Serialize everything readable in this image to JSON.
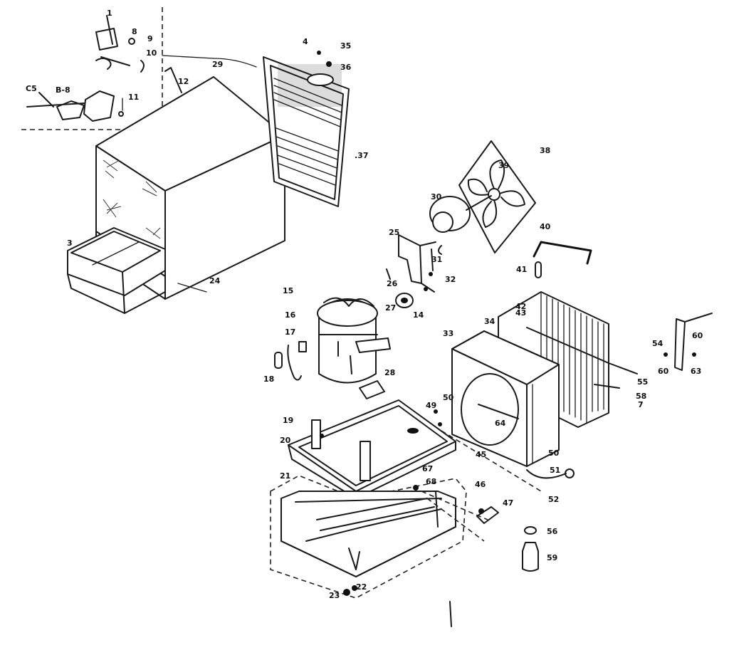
{
  "diagram": {
    "callouts": [
      {
        "id": "c-1",
        "text": "1"
      },
      {
        "id": "c-8",
        "text": "8"
      },
      {
        "id": "c-9",
        "text": "9"
      },
      {
        "id": "c-10",
        "text": "10"
      },
      {
        "id": "c-c5",
        "text": "C5"
      },
      {
        "id": "c-b8",
        "text": "B-8"
      },
      {
        "id": "c-11",
        "text": "11"
      },
      {
        "id": "c-12",
        "text": "12"
      },
      {
        "id": "c-4",
        "text": "4"
      },
      {
        "id": "c-35",
        "text": "35"
      },
      {
        "id": "c-36",
        "text": "36"
      },
      {
        "id": "c-29",
        "text": "29"
      },
      {
        "id": "c-37",
        "text": ".37"
      },
      {
        "id": "c-3",
        "text": "3"
      },
      {
        "id": "c-24",
        "text": "24"
      },
      {
        "id": "c-38",
        "text": "38"
      },
      {
        "id": "c-39",
        "text": "39"
      },
      {
        "id": "c-30",
        "text": "30"
      },
      {
        "id": "c-40",
        "text": "40"
      },
      {
        "id": "c-25",
        "text": "25"
      },
      {
        "id": "c-31",
        "text": "31"
      },
      {
        "id": "c-41",
        "text": "41"
      },
      {
        "id": "c-32",
        "text": "32"
      },
      {
        "id": "c-26",
        "text": "26"
      },
      {
        "id": "c-15",
        "text": "15"
      },
      {
        "id": "c-27",
        "text": "27"
      },
      {
        "id": "c-14",
        "text": "14"
      },
      {
        "id": "c-16",
        "text": "16"
      },
      {
        "id": "c-17",
        "text": "17"
      },
      {
        "id": "c-18",
        "text": "18"
      },
      {
        "id": "c-42",
        "text": "42"
      },
      {
        "id": "c-43",
        "text": "43"
      },
      {
        "id": "c-34",
        "text": "34"
      },
      {
        "id": "c-33",
        "text": "33"
      },
      {
        "id": "c-54",
        "text": "54"
      },
      {
        "id": "c-60a",
        "text": "60"
      },
      {
        "id": "c-60b",
        "text": "60"
      },
      {
        "id": "c-63",
        "text": "63"
      },
      {
        "id": "c-55",
        "text": "55"
      },
      {
        "id": "c-58",
        "text": "58"
      },
      {
        "id": "c-7",
        "text": "7"
      },
      {
        "id": "c-28",
        "text": "28"
      },
      {
        "id": "c-19",
        "text": "19"
      },
      {
        "id": "c-20",
        "text": "20"
      },
      {
        "id": "c-50a",
        "text": "50"
      },
      {
        "id": "c-49",
        "text": "49"
      },
      {
        "id": "c-64",
        "text": "64"
      },
      {
        "id": "c-45",
        "text": "45"
      },
      {
        "id": "c-50b",
        "text": "50"
      },
      {
        "id": "c-51",
        "text": "51"
      },
      {
        "id": "c-52",
        "text": "52"
      },
      {
        "id": "c-21",
        "text": "21"
      },
      {
        "id": "c-67",
        "text": "67"
      },
      {
        "id": "c-68",
        "text": "68"
      },
      {
        "id": "c-46",
        "text": "46"
      },
      {
        "id": "c-47",
        "text": "47"
      },
      {
        "id": "c-56",
        "text": "56"
      },
      {
        "id": "c-59",
        "text": "59"
      },
      {
        "id": "c-22",
        "text": "22"
      },
      {
        "id": "c-23",
        "text": "23"
      }
    ]
  }
}
